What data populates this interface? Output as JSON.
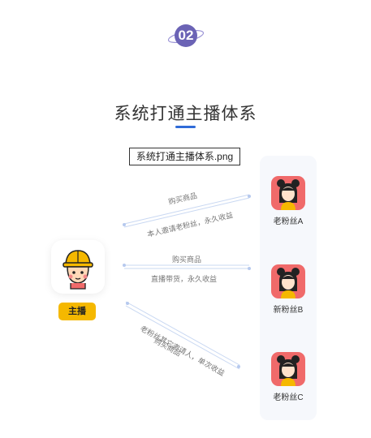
{
  "header": {
    "step_number": "02",
    "title": "系统打通主播体系",
    "file_caption": "系统打通主播体系.png"
  },
  "host": {
    "label": "主播",
    "icon": "streamer-avatar-icon"
  },
  "fans": [
    {
      "label": "老粉丝A",
      "icon": "female-fan-avatar-icon"
    },
    {
      "label": "新粉丝B",
      "icon": "female-fan-avatar-icon"
    },
    {
      "label": "老粉丝C",
      "icon": "female-fan-avatar-icon"
    }
  ],
  "connections": {
    "to_a_top": "购买商品",
    "to_a_bottom": "本人邀请老粉丝，永久收益",
    "to_b_top": "购买商品",
    "to_b_bottom": "直播带货，永久收益",
    "to_c_top": "老粉丝其它邀请人，单次收益",
    "to_c_bottom": "购买商品"
  },
  "colors": {
    "badge": "#6b63b5",
    "accent": "#2f6bd8",
    "host_label": "#f5b800",
    "fan_bg": "#f06a6a",
    "line": "#c9d8f2"
  }
}
